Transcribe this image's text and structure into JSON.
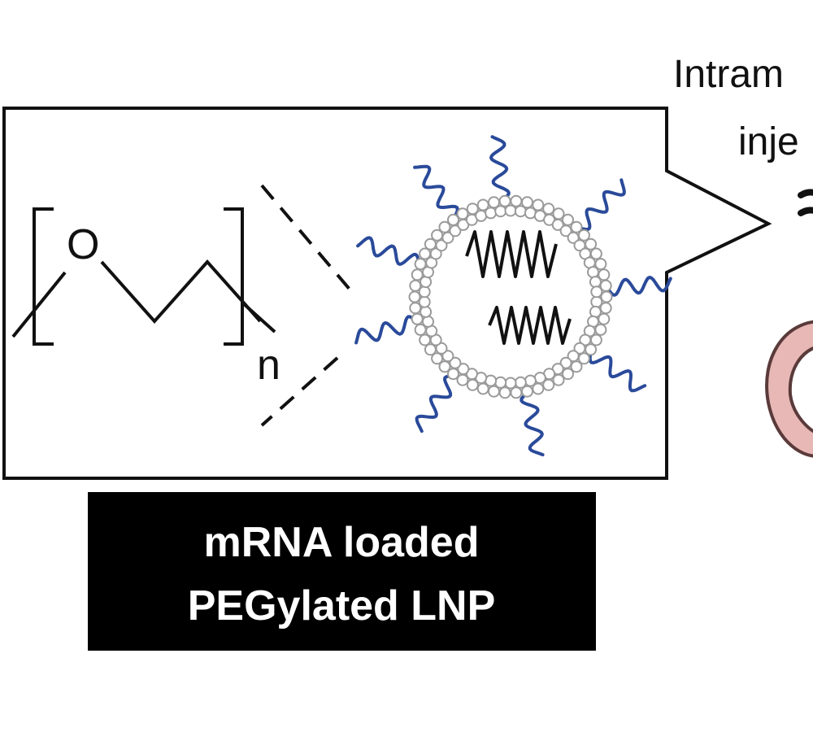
{
  "figure": {
    "route_label": {
      "line1": "Intram",
      "line2": "inje"
    },
    "peg_structure": {
      "atom": "O",
      "repeat_subscript": "n"
    },
    "lnp_caption": {
      "line1": "mRNA loaded",
      "line2": "PEGylated LNP"
    }
  },
  "colors": {
    "peg_chain": "#2a4a9a",
    "lipid_bead": "#9a9a9a",
    "mrna": "#111111",
    "caption_bg": "#000000",
    "caption_text": "#ffffff",
    "tissue": "#e7b8b5",
    "tissue_outline": "#5a3a3a"
  }
}
